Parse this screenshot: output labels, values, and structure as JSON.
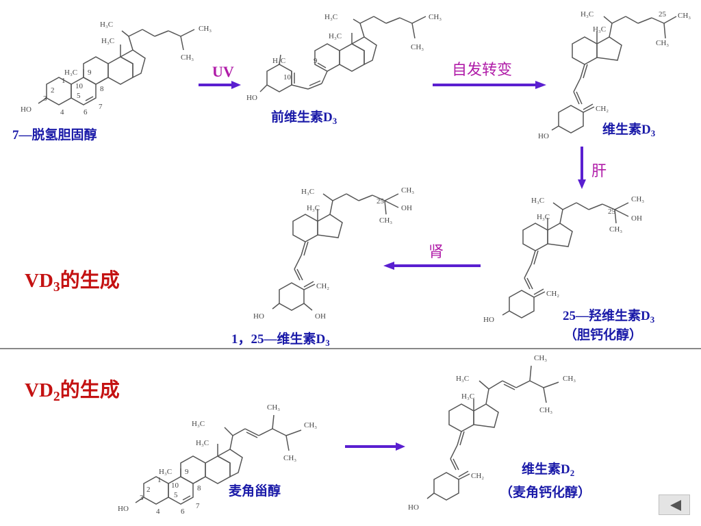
{
  "labels": {
    "dehydrocholesterol": "7—脱氢胆固醇",
    "previtamin_d3_text": "前维生素D",
    "previtamin_d3_sub": "3",
    "vitamin_d3_text": "维生素D",
    "vitamin_d3_sub": "3",
    "hydroxy_d3_text": "25—羟维生素D",
    "hydroxy_d3_sub": "3",
    "hydroxy_d3_alias": "（胆钙化醇）",
    "dihydroxy_d3_text": "1，25—维生素D",
    "dihydroxy_d3_sub": "3",
    "ergosterol": "麦角甾醇",
    "vitamin_d2_text": "维生素D",
    "vitamin_d2_sub": "2",
    "vitamin_d2_alias": "（麦角钙化醇）"
  },
  "steps": {
    "uv": "UV",
    "spontaneous": "自发转变",
    "liver": "肝",
    "kidney": "肾"
  },
  "section_titles": {
    "vd3_prefix": "VD",
    "vd3_sub": "3",
    "vd3_suffix": "的生成",
    "vd2_prefix": "VD",
    "vd2_sub": "2",
    "vd2_suffix": "的生成"
  },
  "colors": {
    "label_blue": "#1a1aa8",
    "step_magenta": "#b01ca8",
    "title_red": "#c41212",
    "arrow_purple": "#5a1fd0"
  },
  "icons": {
    "nav": "back-triangle-icon"
  }
}
